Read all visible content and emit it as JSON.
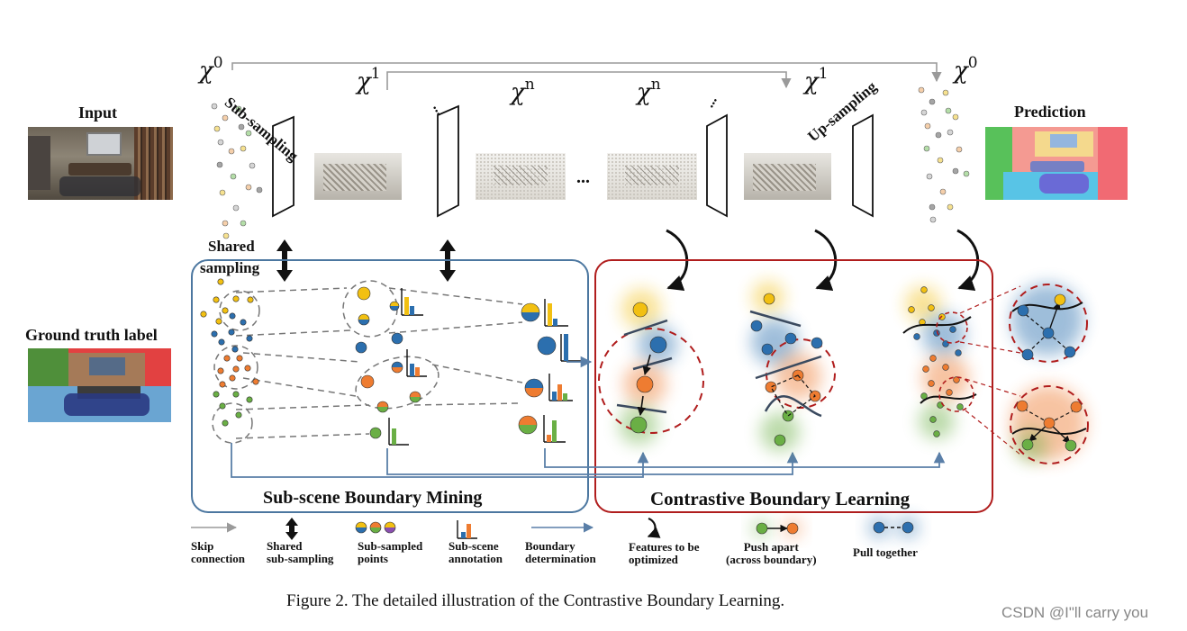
{
  "labels": {
    "input": "Input",
    "prediction": "Prediction",
    "ground_truth": "Ground truth label",
    "sub_sampling": "Sub-sampling",
    "up_sampling": "Up-sampling",
    "shared_sampling_1": "Shared",
    "shared_sampling_2": "sampling",
    "sub_scene_boundary_mining": "Sub-scene Boundary Mining",
    "contrastive_boundary_learning": "Contrastive Boundary Learning",
    "ellipsis": "...",
    "vdots": "⋮"
  },
  "math": {
    "x0_left": {
      "base": "χ",
      "sup": "0"
    },
    "x1_left": {
      "base": "χ",
      "sup": "1"
    },
    "xn_left": {
      "base": "χ",
      "sup": "n"
    },
    "xn_right": {
      "base": "χ",
      "sup": "n"
    },
    "x1_right": {
      "base": "χ",
      "sup": "1"
    },
    "x0_right": {
      "base": "χ",
      "sup": "0"
    }
  },
  "legend": {
    "skip_1": "Skip",
    "skip_2": "connection",
    "shared_1": "Shared",
    "shared_2": "sub-sampling",
    "subpts_1": "Sub-sampled",
    "subpts_2": "points",
    "subann_1": "Sub-scene",
    "subann_2": "annotation",
    "bound_1": "Boundary",
    "bound_2": "determination",
    "feat_1": "Features to be",
    "feat_2": "optimized",
    "push_1": "Push apart",
    "push_2": "(across boundary)",
    "pull_1": "Pull together"
  },
  "caption": "Figure 2. The detailed illustration of the Contrastive Boundary Learning.",
  "watermark": "CSDN @I\"ll  carry  you",
  "colors": {
    "yellow": "#f2c012",
    "blue": "#2c6fae",
    "orange": "#ee7c31",
    "green": "#6aaf45",
    "box_blue": "#4c77a0",
    "box_red": "#b01d1d",
    "arrow_gray": "#9a9a9a",
    "arrow_blue": "#5a7fa8"
  }
}
